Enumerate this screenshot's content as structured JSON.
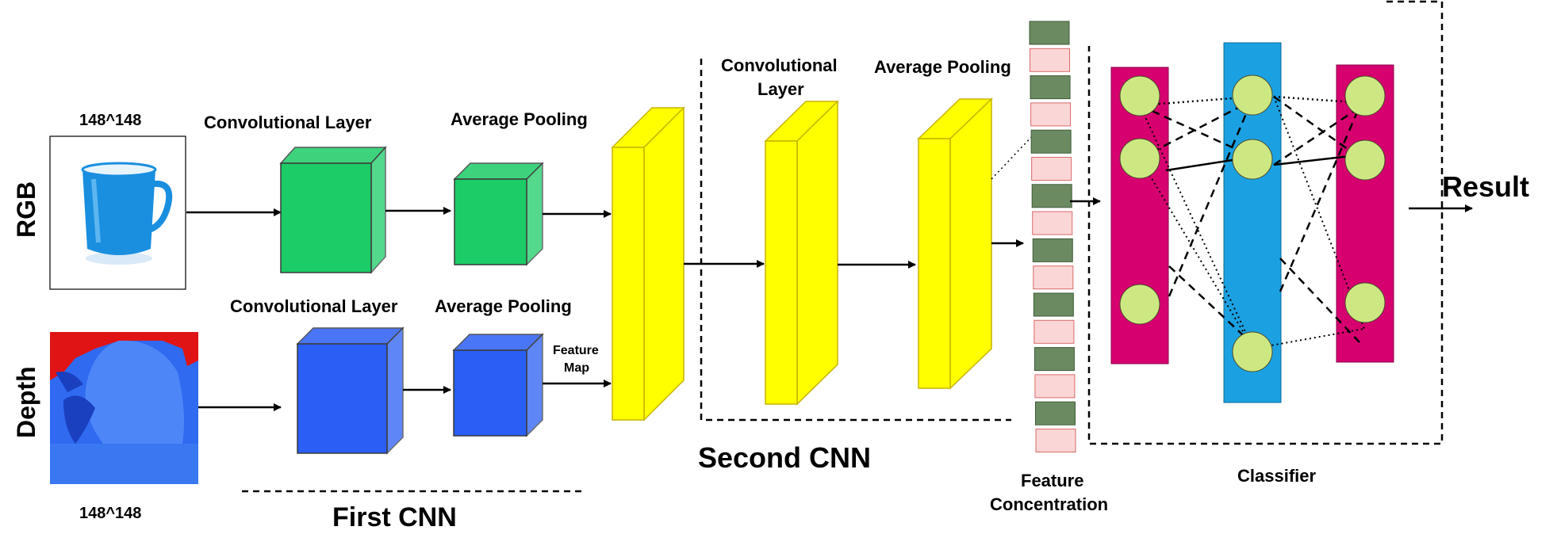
{
  "inputs": {
    "rgb_label": "RGB",
    "depth_label": "Depth",
    "rgb_size": "148^148",
    "depth_size": "148^148"
  },
  "first_cnn": {
    "title": "First CNN",
    "conv_label_top": "Convolutional Layer",
    "pool_label_top": "Average Pooling",
    "conv_label_bottom": "Convolutional Layer",
    "pool_label_bottom": "Average Pooling",
    "feature_map_line1": "Feature",
    "feature_map_line2": "Map"
  },
  "second_cnn": {
    "title": "Second CNN",
    "conv_label_line1": "Convolutional",
    "conv_label_line2": "Layer",
    "pool_label": "Average Pooling"
  },
  "feature_concentration": {
    "label_line1": "Feature",
    "label_line2": "Concentration",
    "cell_count": 16
  },
  "classifier": {
    "label": "Classifier",
    "result_label": "Result"
  },
  "colors": {
    "green_block": "#1ccc66",
    "blue_block": "#2a5ef5",
    "yellow_block": "#ffff00",
    "magenta_layer": "#d6006f",
    "cyan_layer": "#1ba1e2",
    "neuron": "#cde882",
    "fc_dark": "#6b8a62",
    "fc_light": "#fbd6d6"
  }
}
